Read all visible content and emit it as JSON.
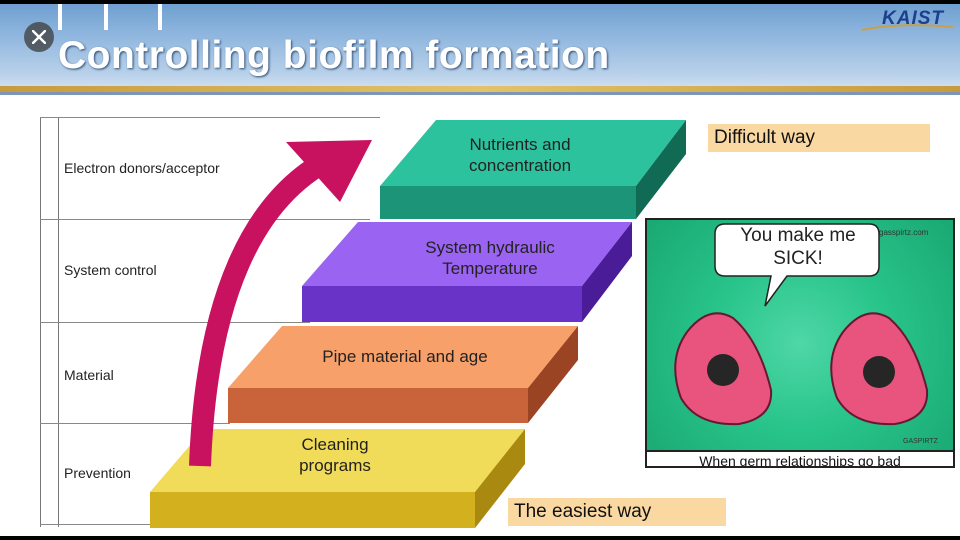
{
  "slide": {
    "title": "Controlling biofilm formation",
    "logo": "KAIST",
    "close_icon": "close-icon",
    "colors": {
      "header_top": "#6f9fd0",
      "header_bottom": "#d6e4f2",
      "accent_stripe": "#e2c36a"
    }
  },
  "diagram": {
    "levels": [
      {
        "label": "Electron donors/acceptor"
      },
      {
        "label": "System control"
      },
      {
        "label": "Material"
      },
      {
        "label": "Prevention"
      }
    ],
    "steps": [
      {
        "text": "Nutrients and\nconcentration",
        "color": "#1fa98a"
      },
      {
        "text": "System hydraulic\nTemperature",
        "color": "#8a4fe6"
      },
      {
        "text": "Pipe material and age",
        "color": "#f59a62"
      },
      {
        "text": "Cleaning\nprograms",
        "color": "#ecd44a"
      }
    ],
    "top_note": "Difficult way",
    "bottom_note": "The easiest way",
    "arrow_color": "#c8115f"
  },
  "cartoon": {
    "speech": "You make me SICK!",
    "credit_top": "gasspirtz.com",
    "credit_bottom": "GASPIRTZ",
    "caption": "When germ relationships go bad"
  }
}
